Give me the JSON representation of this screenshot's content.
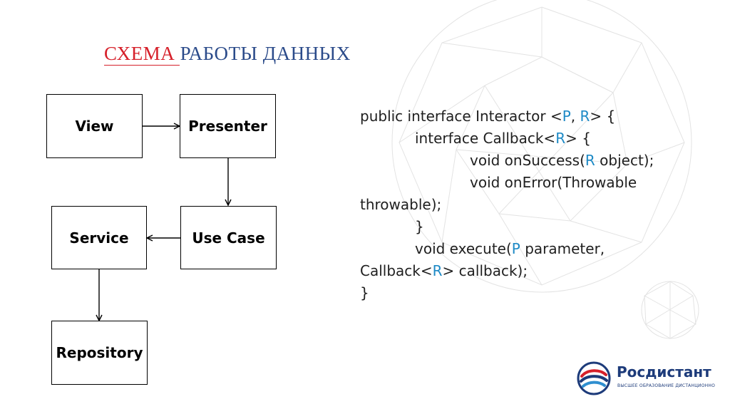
{
  "slide": {
    "title_accent": "СХЕМА",
    "title_rest": "РАБОТЫ ДАННЫХ"
  },
  "diagram": {
    "nodes": [
      {
        "id": "view",
        "label": "View"
      },
      {
        "id": "presenter",
        "label": "Presenter"
      },
      {
        "id": "service",
        "label": "Service"
      },
      {
        "id": "use-case",
        "label": "Use Case"
      },
      {
        "id": "repository",
        "label": "Repository"
      }
    ],
    "edges": [
      {
        "from": "view",
        "to": "presenter"
      },
      {
        "from": "presenter",
        "to": "use-case"
      },
      {
        "from": "use-case",
        "to": "service"
      },
      {
        "from": "service",
        "to": "repository"
      }
    ]
  },
  "code": {
    "l1": {
      "a": "public interface Interactor <",
      "p": "P",
      "b": ", ",
      "r": "R",
      "c": "> {"
    },
    "l2": {
      "a": "interface Callback<",
      "r": "R",
      "b": "> {"
    },
    "l3": {
      "a": "void onSuccess(",
      "r": "R",
      "b": " object);"
    },
    "l4": "void onError(Throwable",
    "l5": "throwable);",
    "l6": "}",
    "l7": {
      "a": "void execute(",
      "p": "P",
      "b": " parameter,"
    },
    "l8": {
      "a": "Callback<",
      "r": "R",
      "b": "> callback);"
    },
    "l9": "}"
  },
  "logo": {
    "name": "Росдистант",
    "tagline": "ВЫСШЕЕ ОБРАЗОВАНИЕ ДИСТАНЦИОННО"
  },
  "colors": {
    "title": "#2b4b8a",
    "accent": "#d6202a",
    "generic_type": "#1e8ac6",
    "logo_blue": "#1d3b7a"
  }
}
